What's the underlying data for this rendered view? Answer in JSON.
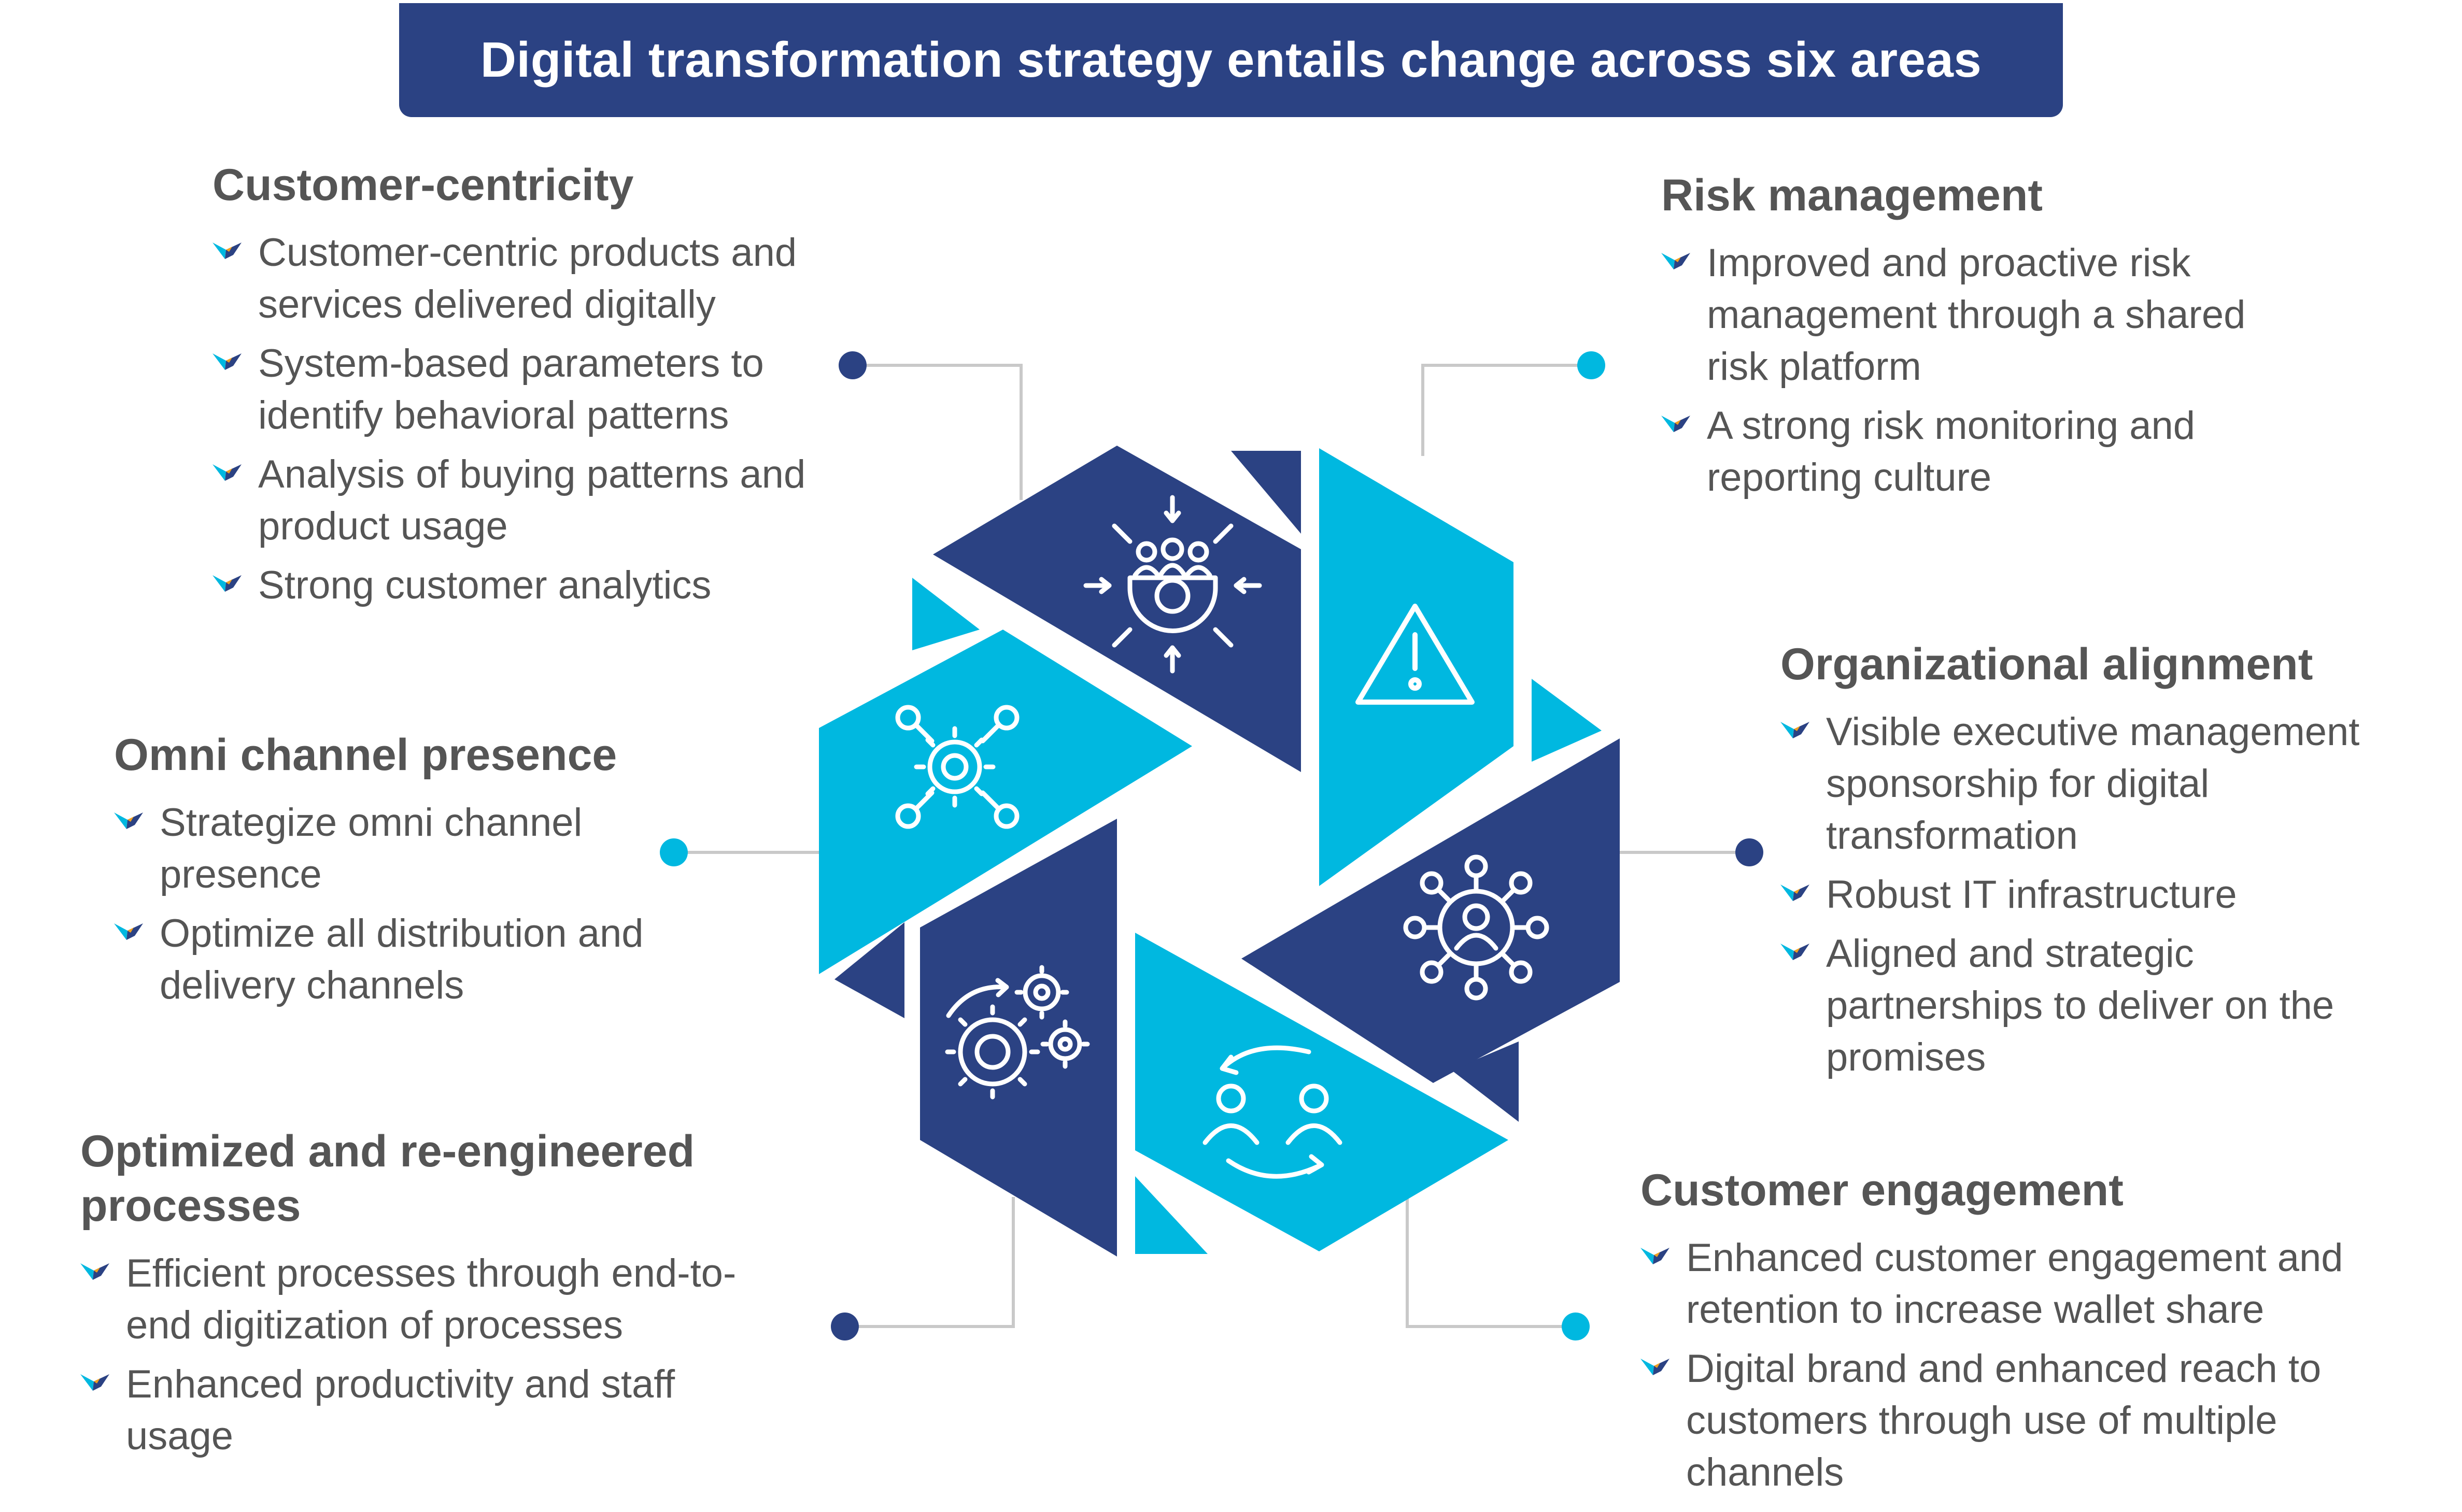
{
  "title": "Digital transformation strategy entails change across six areas",
  "colors": {
    "navy": "#2b4283",
    "cyan": "#00b8e0",
    "connector": "#c9c9c9",
    "text": "#555555"
  },
  "areas": [
    {
      "id": "customer_centricity",
      "heading": "Customer-centricity",
      "icon": "team-gear-icon",
      "bullets": [
        "Customer-centric products and services delivered digitally",
        "System-based parameters to identify behavioral patterns",
        "Analysis of buying patterns and product usage",
        "Strong customer analytics"
      ]
    },
    {
      "id": "risk_management",
      "heading": "Risk management",
      "icon": "warning-icon",
      "bullets": [
        "Improved and proactive risk management through a shared risk platform",
        "A strong risk monitoring and reporting culture"
      ]
    },
    {
      "id": "omni_channel",
      "heading": "Omni channel presence",
      "icon": "gear-network-icon",
      "bullets": [
        "Strategize omni channel presence",
        "Optimize all distribution and delivery channels"
      ]
    },
    {
      "id": "organizational_alignment",
      "heading": "Organizational alignment",
      "icon": "person-network-icon",
      "bullets": [
        "Visible executive management sponsorship for digital transformation",
        "Robust IT infrastructure",
        "Aligned and strategic partnerships to deliver on the promises"
      ]
    },
    {
      "id": "optimized_processes",
      "heading": "Optimized and re-engineered processes",
      "icon": "gears-icon",
      "bullets": [
        "Efficient processes through end-to-end digitization of processes",
        "Enhanced productivity and staff usage"
      ]
    },
    {
      "id": "customer_engagement",
      "heading": "Customer engagement",
      "icon": "people-exchange-icon",
      "bullets": [
        "Enhanced customer engagement and retention to increase wallet share",
        "Digital brand and enhanced reach to customers through use of multiple channels"
      ]
    }
  ]
}
